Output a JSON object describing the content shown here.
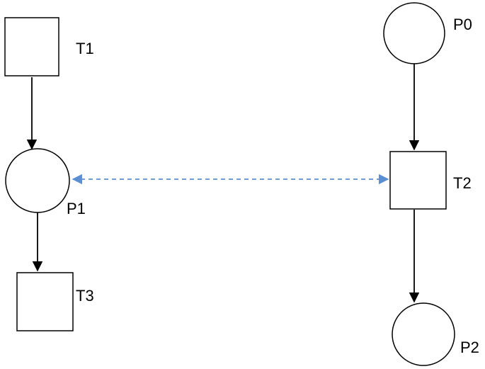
{
  "diagram": {
    "nodes": {
      "t1": {
        "label": "T1",
        "kind": "transition"
      },
      "t2": {
        "label": "T2",
        "kind": "transition"
      },
      "t3": {
        "label": "T3",
        "kind": "transition"
      },
      "p0": {
        "label": "P0",
        "kind": "place"
      },
      "p1": {
        "label": "P1",
        "kind": "place"
      },
      "p2": {
        "label": "P2",
        "kind": "place"
      }
    },
    "edges": [
      {
        "from": "T1",
        "to": "P1",
        "style": "solid"
      },
      {
        "from": "P1",
        "to": "T3",
        "style": "solid"
      },
      {
        "from": "P0",
        "to": "T2",
        "style": "solid"
      },
      {
        "from": "T2",
        "to": "P2",
        "style": "solid"
      },
      {
        "from": "P1",
        "to": "T2",
        "style": "dashed",
        "direction": "both"
      }
    ],
    "colors": {
      "stroke": "#000000",
      "dashed_edge": "#5b8fd1",
      "fill": "#ffffff"
    }
  }
}
